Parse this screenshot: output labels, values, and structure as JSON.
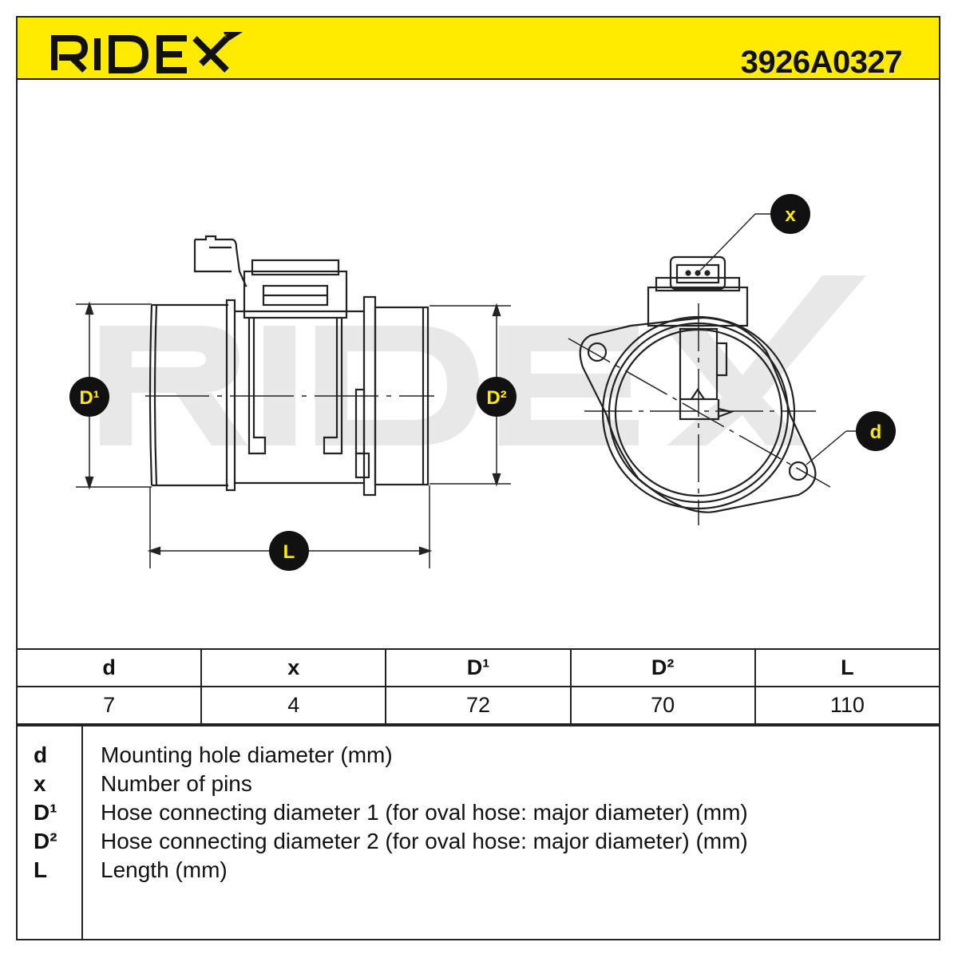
{
  "header": {
    "brand": "RIDEX",
    "part_number": "3926A0327",
    "background": "#ffeb00"
  },
  "watermark": {
    "text": "RIDEX",
    "color": "#e6e6e6"
  },
  "callouts": {
    "d1": "D¹",
    "d2": "D²",
    "length": "L",
    "pins": "x",
    "hole": "d"
  },
  "table": {
    "headers": [
      "d",
      "x",
      "D¹",
      "D²",
      "L"
    ],
    "values": [
      "7",
      "4",
      "72",
      "70",
      "110"
    ]
  },
  "legend": [
    {
      "symbol": "d",
      "description": "Mounting hole diameter (mm)"
    },
    {
      "symbol": "x",
      "description": "Number of pins"
    },
    {
      "symbol": "D¹",
      "description": "Hose connecting diameter 1 (for oval hose: major diameter) (mm)"
    },
    {
      "symbol": "D²",
      "description": "Hose connecting diameter 2 (for oval hose: major diameter) (mm)"
    },
    {
      "symbol": "L",
      "description": "Length (mm)"
    }
  ],
  "colors": {
    "accent": "#ffeb00",
    "line": "#222222",
    "badge": "#111111"
  }
}
